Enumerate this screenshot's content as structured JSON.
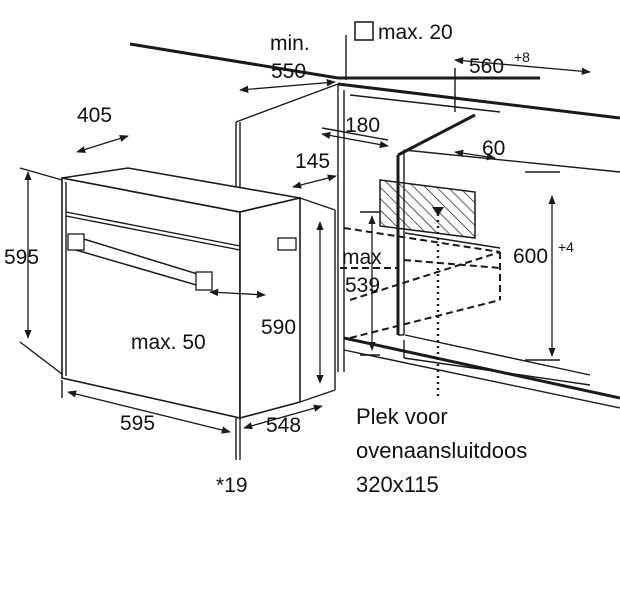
{
  "diagram": {
    "labels": {
      "max_20": "max. 20",
      "min": "min.",
      "d550": "550",
      "d560": "560",
      "d560_sup": "+8",
      "d405": "405",
      "d180": "180",
      "d60": "60",
      "d145": "145",
      "d595_height": "595",
      "max": "max",
      "d539": "539",
      "d600": "600",
      "d600_sup": "+4",
      "d590": "590",
      "max_50": "max. 50",
      "d595_width": "595",
      "d548": "548",
      "d19": "*19"
    },
    "note": {
      "line1": "Plek voor",
      "line2": "ovenaansluitdoos",
      "line3": "320x115"
    }
  }
}
